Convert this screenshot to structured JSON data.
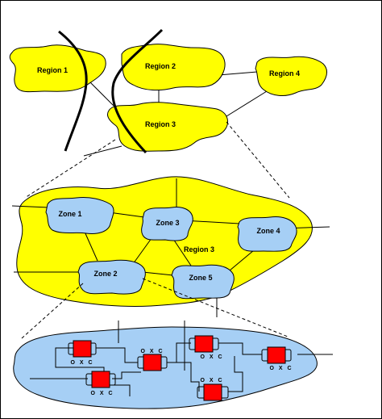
{
  "colors": {
    "region_fill": "#ffff00",
    "zone_fill": "#a6cff5",
    "oxc_fill": "#ff0000",
    "outline": "#000000",
    "background": "#ffffff"
  },
  "regions": [
    {
      "id": "r1",
      "label": "Region 1"
    },
    {
      "id": "r2",
      "label": "Region 2"
    },
    {
      "id": "r3",
      "label": "Region 3"
    },
    {
      "id": "r4",
      "label": "Region 4"
    }
  ],
  "expanded_region": {
    "label": "Region 3"
  },
  "zones": [
    {
      "id": "z1",
      "label": "Zone 1"
    },
    {
      "id": "z2",
      "label": "Zone 2"
    },
    {
      "id": "z3",
      "label": "Zone 3"
    },
    {
      "id": "z4",
      "label": "Zone 4"
    },
    {
      "id": "z5",
      "label": "Zone 5"
    }
  ],
  "oxc_nodes": [
    {
      "id": "o1",
      "label": "O X C"
    },
    {
      "id": "o2",
      "label": "O X C"
    },
    {
      "id": "o3",
      "label": "O X C"
    },
    {
      "id": "o4",
      "label": "O X C"
    },
    {
      "id": "o5",
      "label": "O X C"
    },
    {
      "id": "o6",
      "label": "O X C"
    }
  ]
}
